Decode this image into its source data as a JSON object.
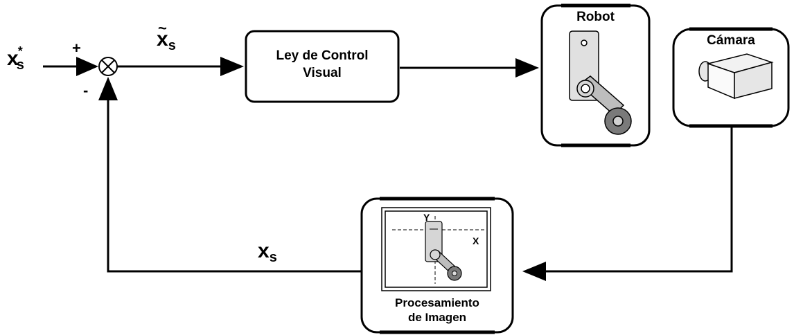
{
  "signals": {
    "reference": {
      "main": "x",
      "sub": "s",
      "sup": "*"
    },
    "error": {
      "tilde": "~",
      "main": "x",
      "sub": "s"
    },
    "feedback": {
      "main": "x",
      "sub": "s"
    },
    "plus": "+",
    "minus": "-"
  },
  "blocks": {
    "controller": {
      "line1": "Ley de Control",
      "line2": "Visual"
    },
    "robot": {
      "title": "Robot"
    },
    "camera": {
      "title": "Cámara"
    },
    "processing": {
      "line1": "Procesamiento",
      "line2": "de Imagen",
      "axis_x": "X",
      "axis_y": "Y"
    }
  },
  "colors": {
    "stroke": "#000000",
    "link_fill": "#bdbdbd",
    "joint_fill": "#7a7a7a",
    "camera_top": "#f2f2f2"
  }
}
